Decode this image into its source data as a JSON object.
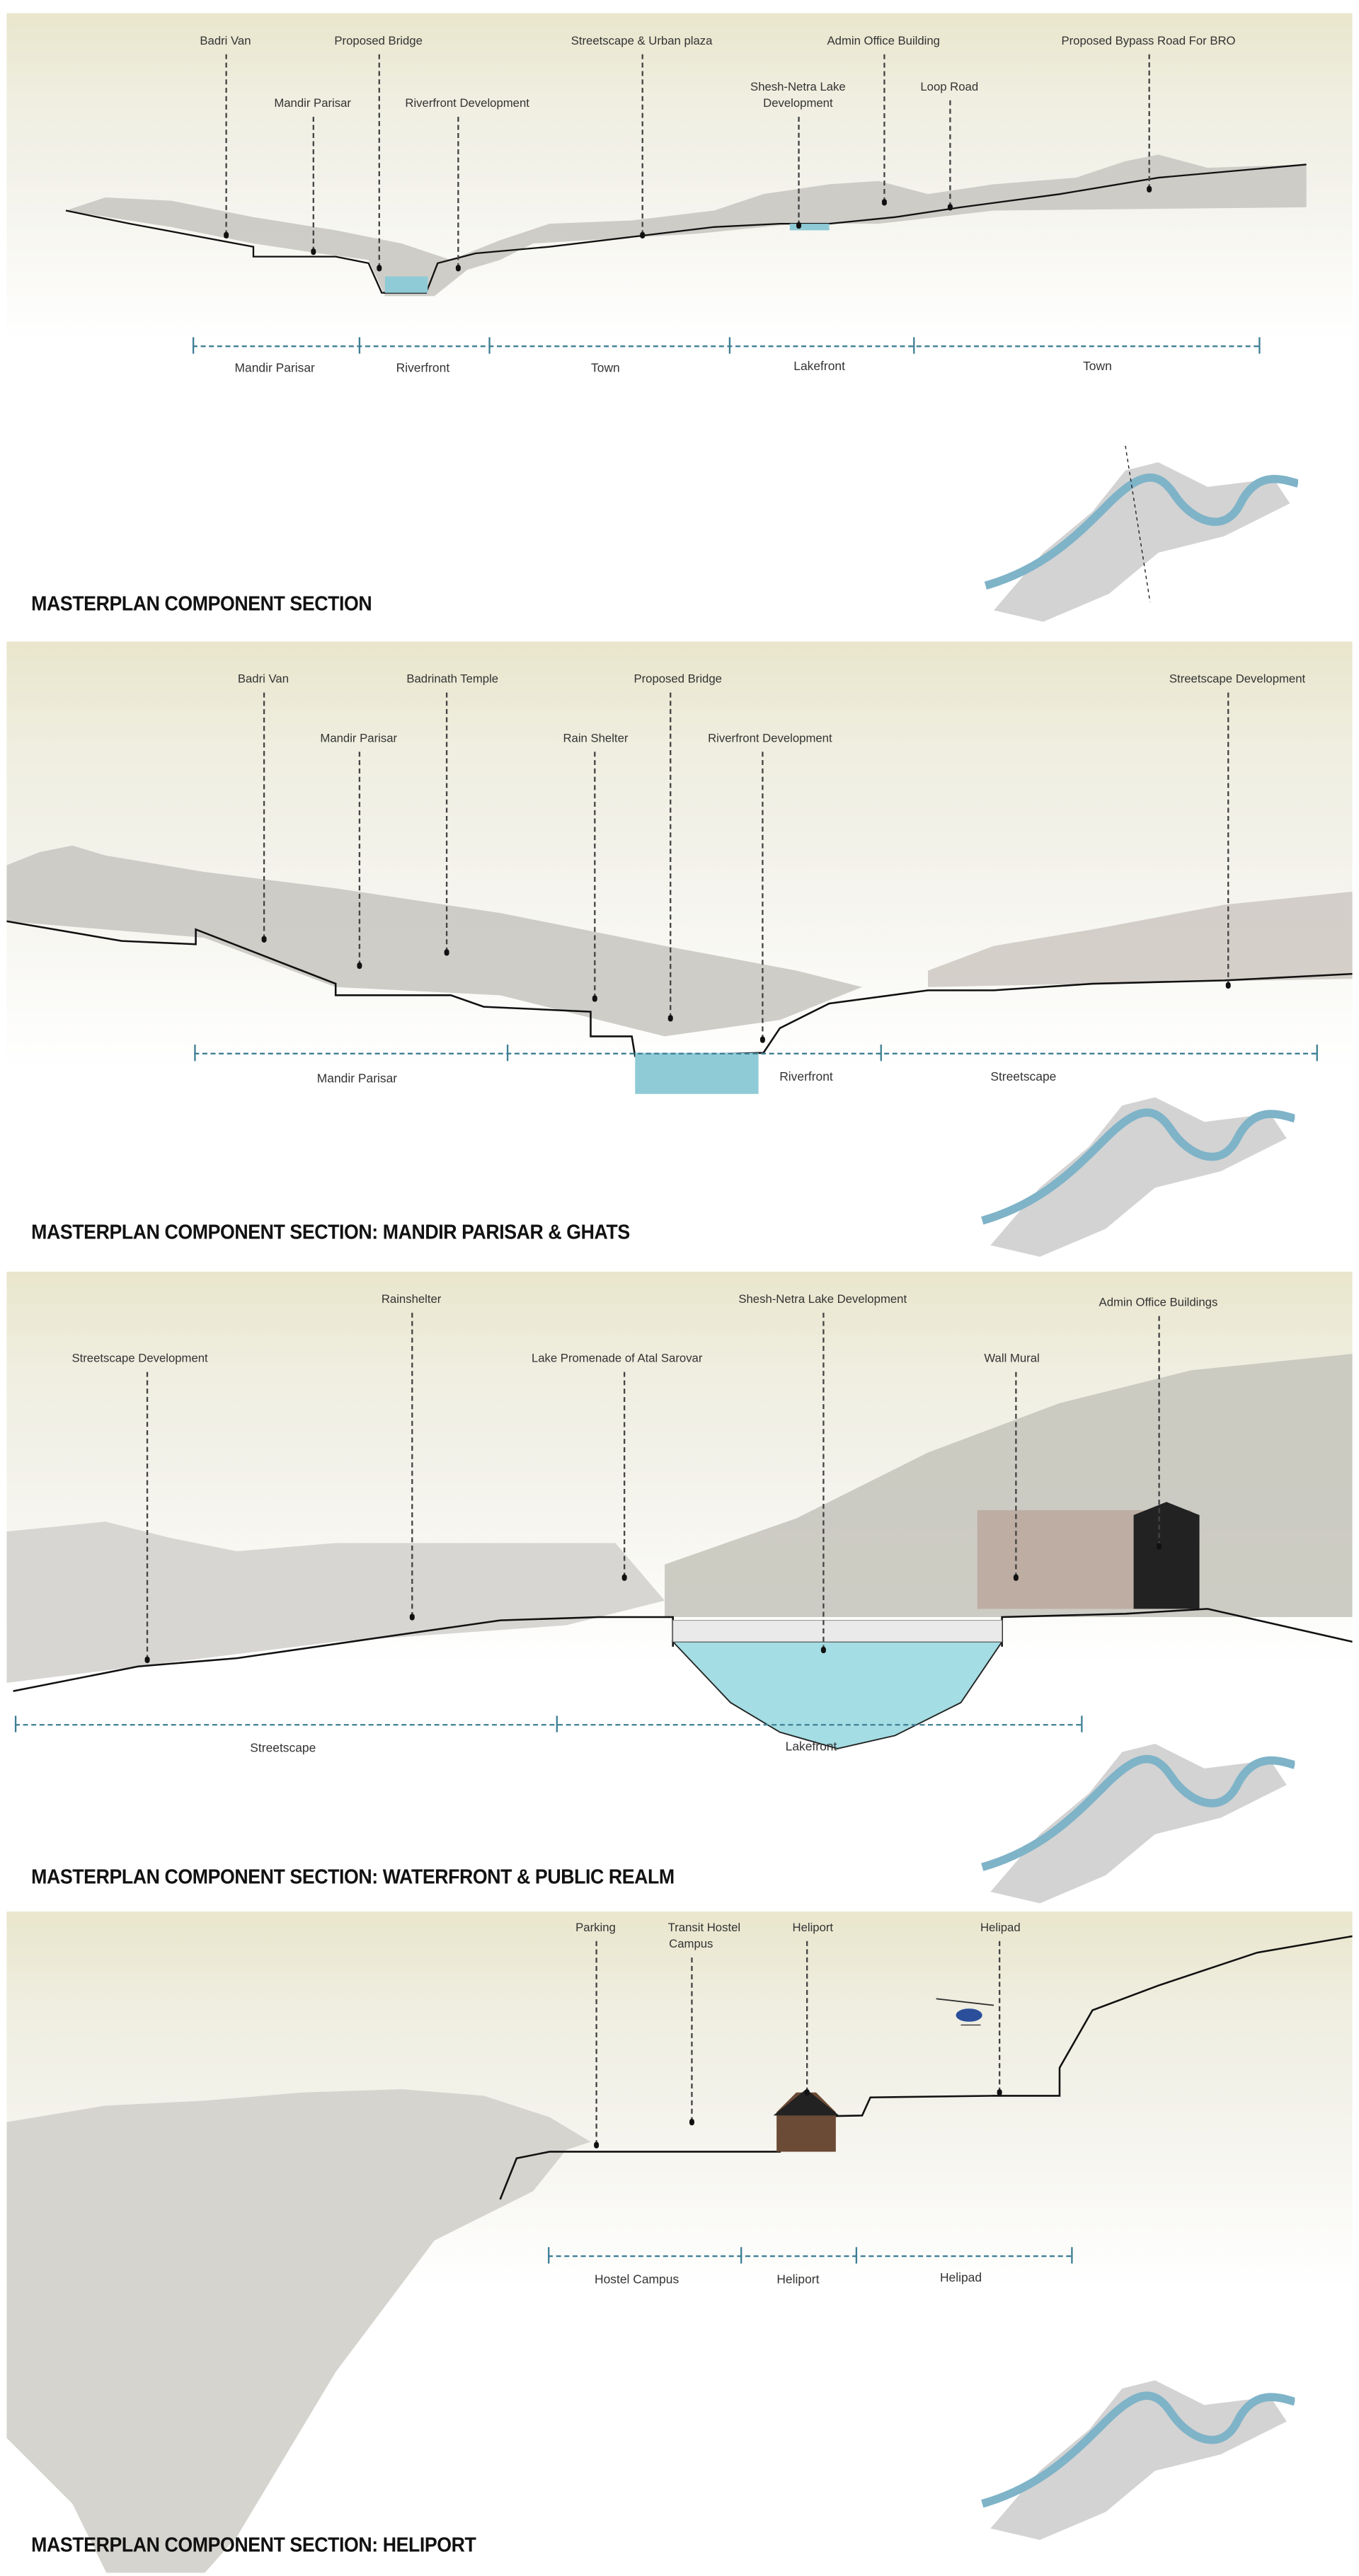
{
  "panels": [
    {
      "title": "MASTERPLAN COMPONENT SECTION",
      "labels": [
        "Badri Van",
        "Proposed Bridge",
        "Streetscape & Urban plaza",
        "Admin Office Building",
        "Proposed Bypass Road For BRO",
        "Mandir Parisar",
        "Riverfront Development",
        "Shesh-Netra Lake",
        "Development",
        "Loop Road"
      ],
      "zones": [
        "Mandir Parisar",
        "Riverfront",
        "Town",
        "Lakefront",
        "Town"
      ]
    },
    {
      "title": "MASTERPLAN COMPONENT SECTION: MANDIR PARISAR & GHATS",
      "labels": [
        "Badri Van",
        "Badrinath Temple",
        "Proposed Bridge",
        "Streetscape Development",
        "Mandir Parisar",
        "Rain Shelter",
        "Riverfront Development"
      ],
      "zones": [
        "Mandir Parisar",
        "Riverfront",
        "Streetscape"
      ]
    },
    {
      "title": "MASTERPLAN COMPONENT SECTION: WATERFRONT & PUBLIC REALM",
      "labels": [
        "Rainshelter",
        "Shesh-Netra Lake Development",
        "Admin Office Buildings",
        "Streetscape Development",
        "Lake Promenade of Atal Sarovar",
        "Wall Mural"
      ],
      "zones": [
        "Streetscape",
        "Lakefront"
      ]
    },
    {
      "title": "MASTERPLAN COMPONENT SECTION: HELIPORT",
      "labels": [
        "Parking",
        "Transit Hostel",
        "Campus",
        "Heliport",
        "Helipad"
      ],
      "zones": [
        "Hostel Campus",
        "Heliport",
        "Helipad"
      ]
    }
  ],
  "colors": {
    "water": "#9fd6dc",
    "river": "#6fa8c0",
    "terrain": "#c9c8c2",
    "dash": "#3e7f95"
  }
}
